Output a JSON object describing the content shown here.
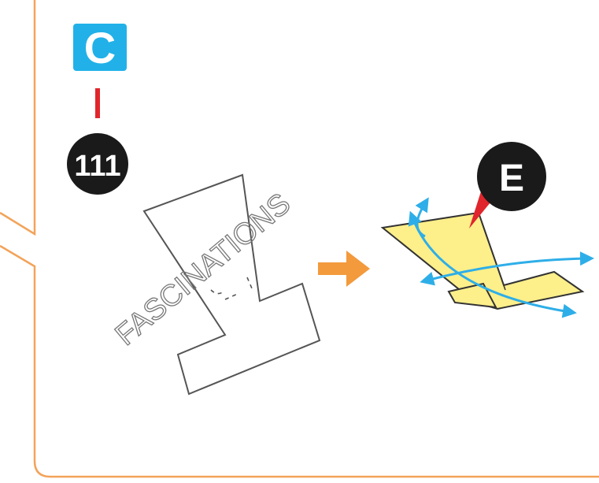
{
  "step": {
    "section_letter": "C",
    "part_number": "111",
    "callout_letter": "E"
  },
  "watermark": "FASCINATIONS",
  "colors": {
    "border": "#f3a35a",
    "section_badge": "#21b1e8",
    "connector": "#e0262c",
    "number_badge": "#1a1a1a",
    "arrow": "#f39a3c",
    "part_fill": "#fdef8a",
    "bend_arrows": "#2eaee8"
  },
  "icons": [
    "right-arrow-icon",
    "bend-arrow-icon"
  ]
}
